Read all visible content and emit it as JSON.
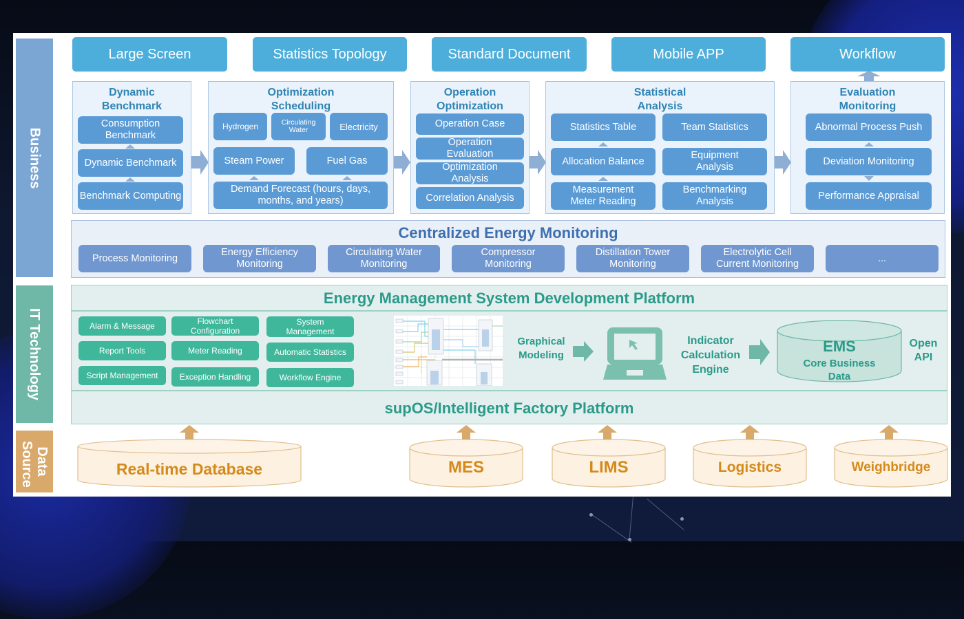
{
  "layers": {
    "business": "Business",
    "it_technology": "IT Technology",
    "data_source": "Data Source"
  },
  "top_modules": [
    "Large Screen",
    "Statistics Topology",
    "Standard Document",
    "Mobile APP",
    "Workflow"
  ],
  "groups": {
    "dynamic_benchmark": {
      "title": "Dynamic Benchmark",
      "items": [
        "Consumption Benchmark",
        "Dynamic Benchmark",
        "Benchmark Computing"
      ]
    },
    "optimization_scheduling": {
      "title": "Optimization Scheduling",
      "items": [
        "Hydrogen",
        "Circulating Water",
        "Electricity",
        "Steam Power",
        "Fuel Gas",
        "Demand Forecast (hours, days, months, and years)"
      ]
    },
    "operation_optimization": {
      "title": "Operation Optimization",
      "items": [
        "Operation Case",
        "Operation Evaluation",
        "Optimization Analysis",
        "Correlation Analysis"
      ]
    },
    "statistical_analysis": {
      "title": "Statistical Analysis",
      "items": [
        "Statistics Table",
        "Team Statistics",
        "Allocation Balance",
        "Equipment Analysis",
        "Measurement Meter Reading",
        "Benchmarking Analysis"
      ]
    },
    "evaluation_monitoring": {
      "title": "Evaluation Monitoring",
      "items": [
        "Abnormal Process Push",
        "Deviation Monitoring",
        "Performance Appraisal"
      ]
    }
  },
  "centralized_monitoring": {
    "title": "Centralized Energy Monitoring",
    "items": [
      "Process Monitoring",
      "Energy Efficiency Monitoring",
      "Circulating Water Monitoring",
      "Compressor Monitoring",
      "Distillation Tower Monitoring",
      "Electrolytic Cell Current Monitoring",
      "..."
    ]
  },
  "dev_platform": {
    "title": "Energy Management System Development Platform",
    "tools": [
      "Alarm & Message",
      "Flowchart Configuration",
      "System Management",
      "Report Tools",
      "Meter Reading",
      "Automatic Statistics",
      "Script Management",
      "Exception Handling",
      "Workflow Engine"
    ],
    "graphical_modeling": "Graphical Modeling",
    "indicator_engine": "Indicator Calculation Engine",
    "ems_title": "EMS",
    "ems_subtitle": "Core Business Data",
    "open_api": "Open API"
  },
  "base_platform": "supOS/Intelligent Factory Platform",
  "data_sources": [
    "Real-time Database",
    "MES",
    "LIMS",
    "Logistics",
    "Weighbridge"
  ],
  "colors": {
    "business": "#7ba6d3",
    "it_technology": "#6fb7a6",
    "data_source": "#d9a86b",
    "top_button": "#4eaedb",
    "blue_box": "#5b9bd5",
    "monitor_box": "#7097cf",
    "green_box": "#3fb79b",
    "teal_text": "#2a9a8a",
    "orange_text": "#d48a1a"
  }
}
